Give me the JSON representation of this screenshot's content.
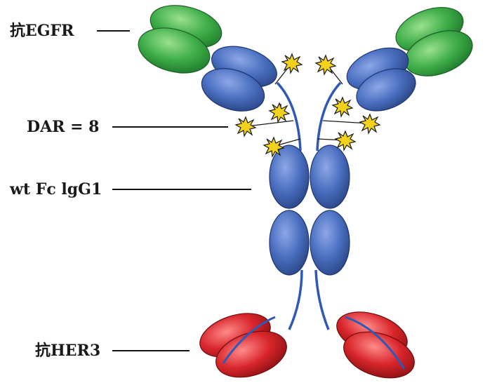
{
  "labels": {
    "egfr": "抗EGFR",
    "dar": "DAR = 8",
    "fc": "wt Fc lgG1",
    "her3": "抗HER3"
  },
  "colors": {
    "green_domain": "#3fae49",
    "blue_domain": "#4a6fc0",
    "red_domain": "#d8262b",
    "payload_star": "#f2d21a",
    "hinge_line": "#2f59b7",
    "leader_line": "#111111"
  },
  "icons": {
    "payload": "starburst-icon"
  }
}
